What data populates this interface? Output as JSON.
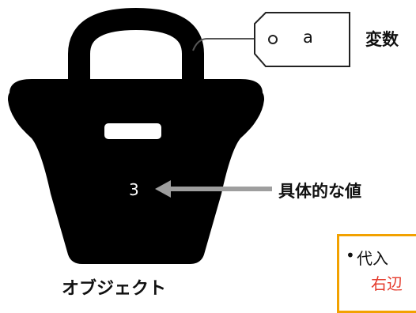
{
  "labels": {
    "variable": "変数",
    "value": "具体的な値",
    "object": "オブジェクト"
  },
  "tag": {
    "name": "a"
  },
  "bag": {
    "value": "3"
  },
  "note": {
    "bullet": "•",
    "line1": "代入",
    "line2": "右辺"
  },
  "colors": {
    "bag": "#000000",
    "arrow": "#9e9e9e",
    "note_border": "#f2a100",
    "note_accent": "#e53b2c"
  }
}
